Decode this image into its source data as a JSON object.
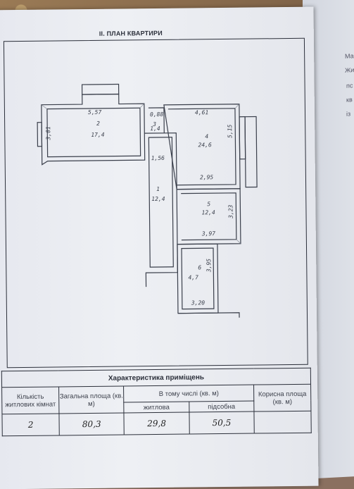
{
  "section_title": "II. ПЛАН КВАРТИРИ",
  "plan": {
    "rooms": [
      {
        "number": "2",
        "area": "17,4",
        "dimension": "5,57",
        "side": "3,01"
      },
      {
        "number": "4",
        "area": "24,6",
        "top_dimension": "4,61",
        "bottom_dimension": "2,95",
        "side": "5,15"
      },
      {
        "number": "1",
        "area": "12,4",
        "dimension": "1,56"
      },
      {
        "number": "5",
        "area": "12,4",
        "bottom_dimension": "3,97",
        "side": "3,23"
      },
      {
        "number": "6",
        "area": "4,7",
        "bottom_dimension": "3,20",
        "side": "3,95"
      },
      {
        "number": "3",
        "area": "1,4",
        "dimension": "0,88"
      }
    ]
  },
  "table": {
    "caption": "Характеристика приміщень",
    "headers": {
      "rooms": "Кількість житлових кімнат",
      "total": "Загальна площа (кв. м)",
      "incl": "В тому числі (кв. м)",
      "living": "житлова",
      "aux": "підсобна",
      "useful": "Корисна площа (кв. м)"
    },
    "values": {
      "rooms": "2",
      "total": "80,3",
      "living": "29,8",
      "aux": "50,5",
      "useful": ""
    }
  },
  "next_page_fragments": [
    "Ма",
    "Жи",
    "пс",
    "кв",
    "із"
  ]
}
